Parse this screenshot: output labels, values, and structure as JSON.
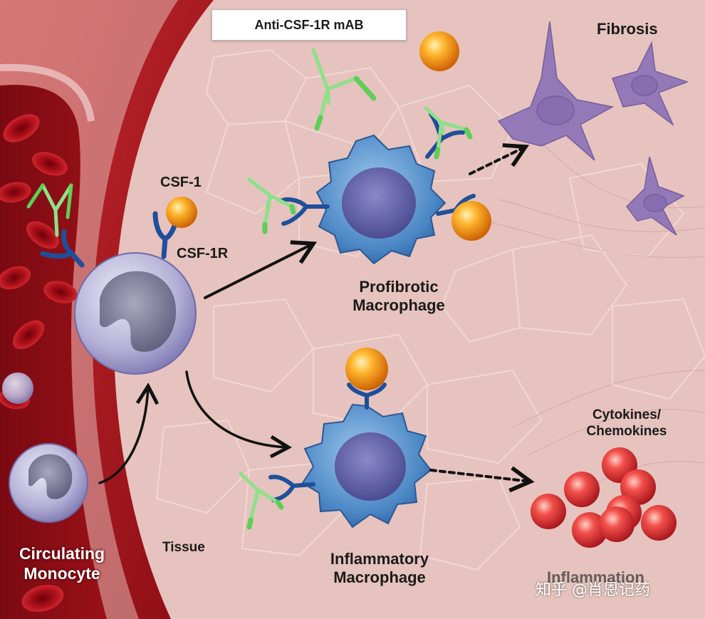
{
  "labels": {
    "antibody": "Anti-CSF-1R mAB",
    "fibrosis": "Fibrosis",
    "csf1": "CSF-1",
    "csf1r": "CSF-1R",
    "profibrotic_line1": "Profibrotic",
    "profibrotic_line2": "Macrophage",
    "inflammatory_line1": "Inflammatory",
    "inflammatory_line2": "Macrophage",
    "cytokines_line1": "Cytokines/",
    "cytokines_line2": "Chemokines",
    "inflammation": "Inflammation",
    "tissue": "Tissue",
    "circulating_line1": "Circulating",
    "circulating_line2": "Monocyte"
  },
  "watermark": "知乎 @肖恩记药",
  "colors": {
    "vessel_wall": "#b31a1f",
    "vessel_lumen": "#7a0a12",
    "tissue": "#e9c9c4",
    "monocyte": "#b7b3d8",
    "macrophage": "#4a86c4",
    "receptor": "#1f4f9a",
    "csf1_ligand": "#f59a1a",
    "antibody": "#8ee08a",
    "fibroblast": "#8b72b8",
    "cytokine": "#e8383a"
  }
}
